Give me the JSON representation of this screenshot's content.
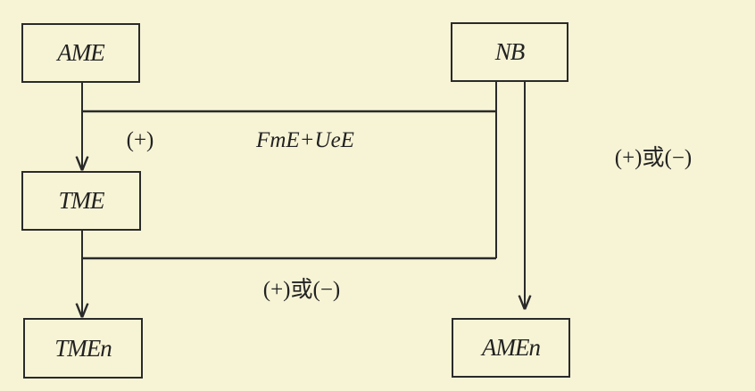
{
  "nodes": {
    "ame": "AME",
    "nb": "NB",
    "tme": "TME",
    "tmen": "TMEn",
    "amen": "AMEn"
  },
  "labels": {
    "plus": "(+)",
    "fme_uee": "FmE+UeE",
    "right_effect": "(+)或(−)",
    "lower_effect": "(+)或(−)"
  },
  "colors": {
    "background": "#f7f4d6",
    "ink": "#2a2a2a"
  }
}
